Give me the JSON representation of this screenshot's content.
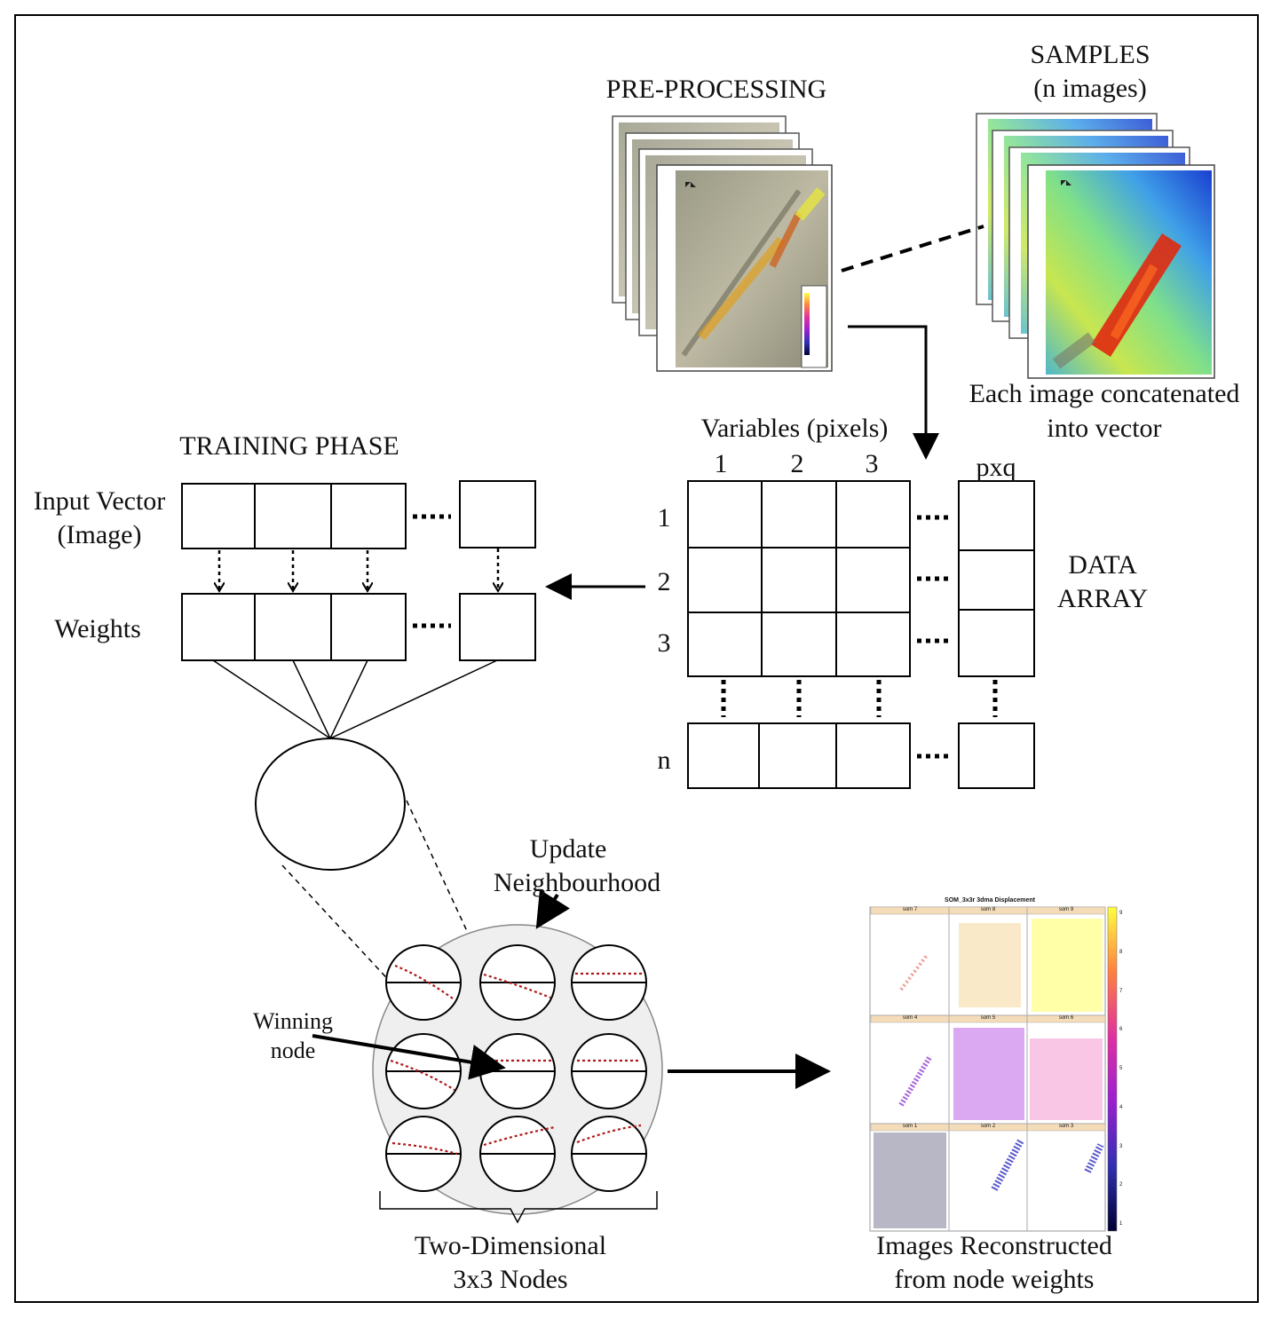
{
  "preprocessing": {
    "title": "PRE-PROCESSING"
  },
  "samples": {
    "title_line1": "SAMPLES",
    "title_line2": "(n images)",
    "caption_line1": "Each image concatenated",
    "caption_line2": "into vector"
  },
  "data_array": {
    "variables_label": "Variables (pixels)",
    "columns": [
      "1",
      "2",
      "3",
      "pxq"
    ],
    "rows": [
      "1",
      "2",
      "3",
      "n"
    ],
    "label_line1": "DATA",
    "label_line2": "ARRAY"
  },
  "training": {
    "title": "TRAINING PHASE",
    "input_label_line1": "Input Vector",
    "input_label_line2": "(Image)",
    "weights_label": "Weights"
  },
  "som_grid": {
    "update_line1": "Update",
    "update_line2": "Neighbourhood",
    "winning_line1": "Winning",
    "winning_line2": "node",
    "caption_line1": "Two-Dimensional",
    "caption_line2": "3x3 Nodes"
  },
  "reconstructed": {
    "plot_title": "SOM_3x3r 3dma Displacement",
    "panel_labels": [
      "som 7",
      "som 8",
      "som 9",
      "som 4",
      "som 5",
      "som 6",
      "som 1",
      "som 2",
      "som 3"
    ],
    "colorbar_ticks": [
      "1",
      "2",
      "3",
      "4",
      "5",
      "6",
      "7",
      "8",
      "9"
    ],
    "caption_line1": "Images Reconstructed",
    "caption_line2": "from node weights"
  },
  "colors": {
    "dotted_red": "#b01818",
    "grid_fill": "#efefef",
    "line": "#000000"
  }
}
